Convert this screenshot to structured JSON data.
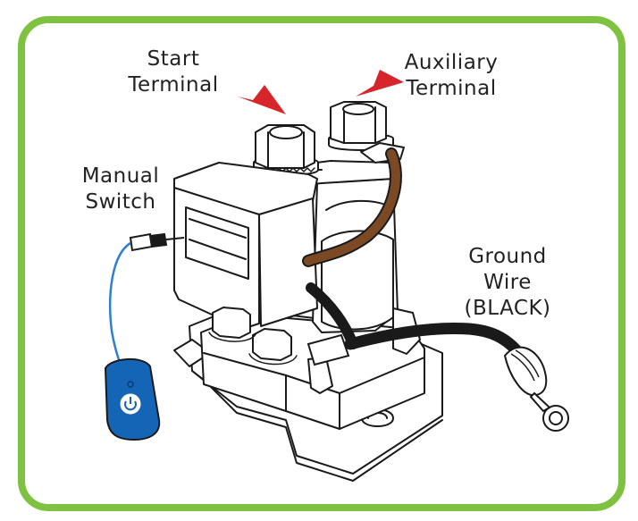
{
  "colors": {
    "frame_border": "#7fc241",
    "pointer_arrow": "#d7262b",
    "brown_wire": "#7b4a25",
    "ground_wire": "#1a1a1a",
    "switch_body": "#1565b7",
    "switch_wire": "#2f7fd0",
    "line": "#1a1a1a"
  },
  "labels": {
    "start_terminal": {
      "line1": "Start",
      "line2": "Terminal"
    },
    "auxiliary_terminal": {
      "line1": "Auxiliary",
      "line2": "Terminal"
    },
    "manual_switch": {
      "line1": "Manual",
      "line2": "Switch"
    },
    "ground_wire": {
      "line1": "Ground",
      "line2": "Wire",
      "line3": "(BLACK)"
    }
  },
  "icons": [
    "start-terminal-arrow-icon",
    "auxiliary-terminal-arrow-icon",
    "power-button-icon"
  ]
}
